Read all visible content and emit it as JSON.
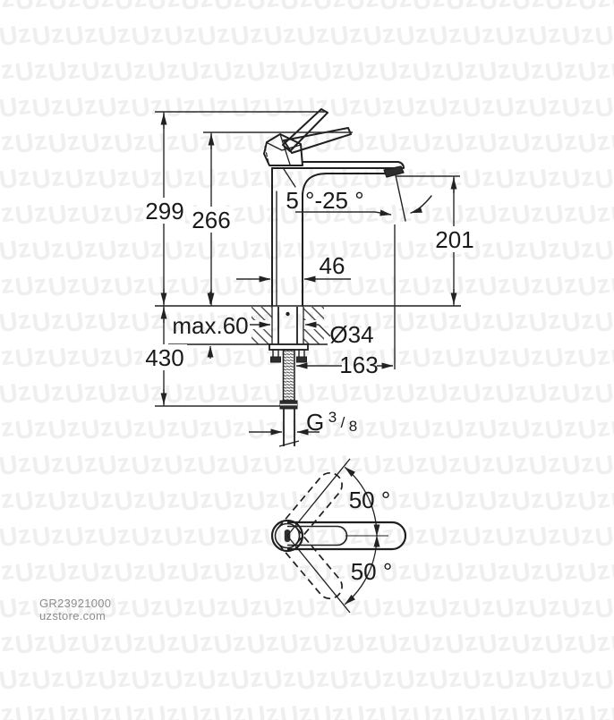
{
  "watermark": {
    "text": "Uz",
    "color": "#efefef"
  },
  "footer": {
    "product_code": "GR23921000",
    "website": "uzstore.com"
  },
  "colors": {
    "line": "#1f1f1f",
    "text": "#1a1a1a",
    "footer_text": "#8d8d8d"
  },
  "dimensions": {
    "total_height": "299",
    "height_to_lever": "266",
    "spout_angle_range": "5 °-25 °",
    "spout_outlet_height": "201",
    "body_diameter": "46",
    "max_deck_thickness": "max.60",
    "mounting_hole_diameter": "Ø34",
    "below_deck_length": "430",
    "spout_projection": "163",
    "handle_swivel_up": "50 °",
    "handle_swivel_down": "50 °",
    "thread": {
      "letter": "G",
      "numerator": "3",
      "slash": "/",
      "denominator": "8"
    }
  }
}
